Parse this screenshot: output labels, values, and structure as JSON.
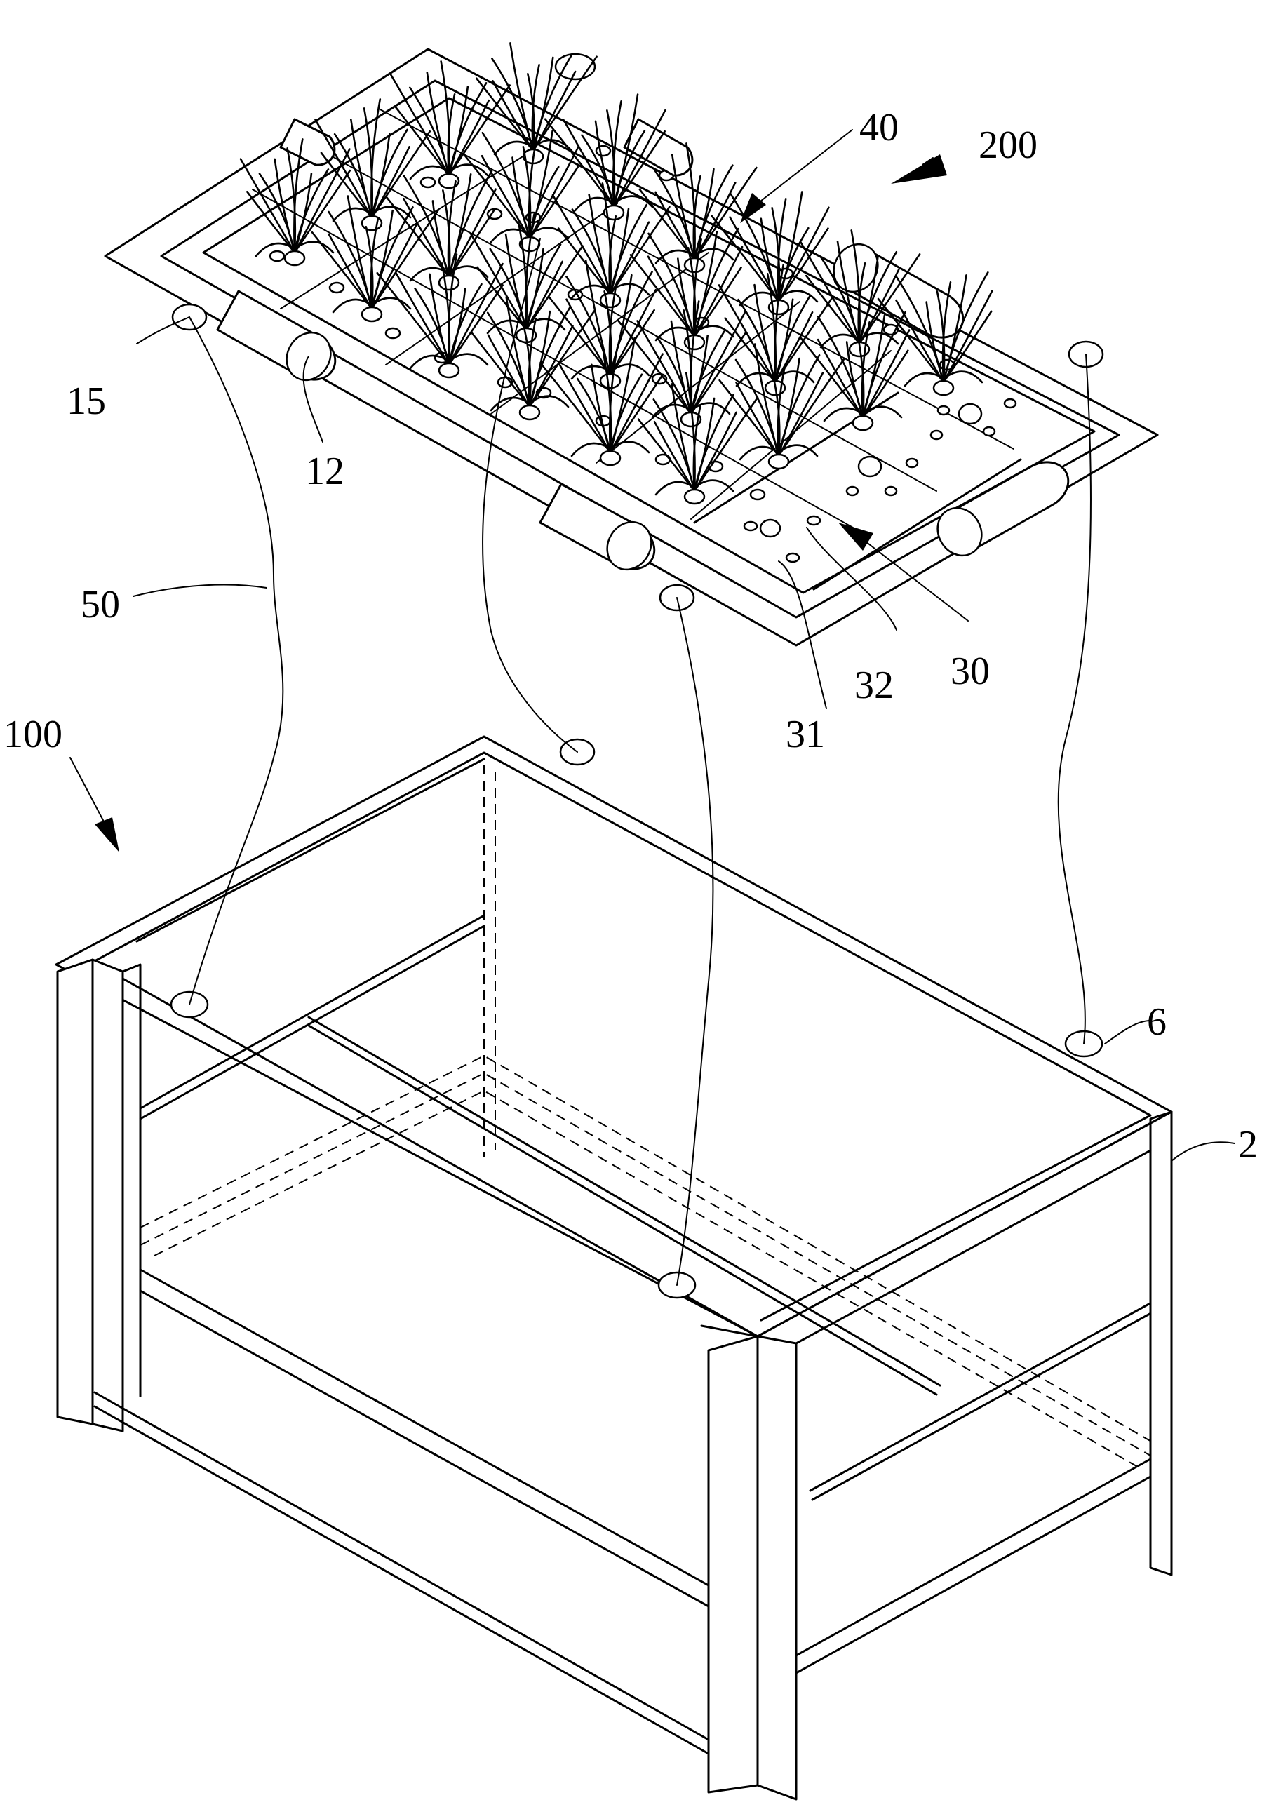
{
  "labels": {
    "l40": "40",
    "l200": "200",
    "l15": "15",
    "l12": "12",
    "l50": "50",
    "l32": "32",
    "l30": "30",
    "l31": "31",
    "l100": "100",
    "l6": "6",
    "l2": "2"
  }
}
